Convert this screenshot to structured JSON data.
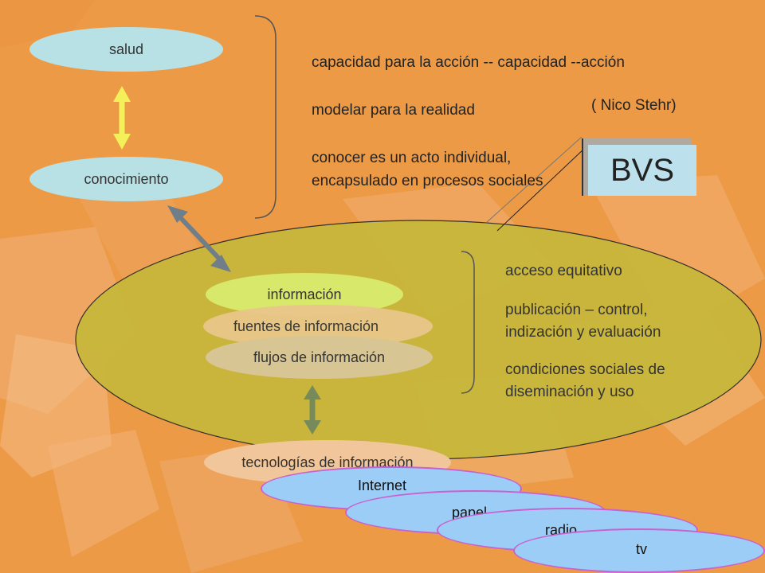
{
  "top": {
    "salud": "salud",
    "conocimiento": "conocimiento",
    "lines": [
      "capacidad para la acción -- capacidad --acción",
      "modelar para la realidad",
      "conocer es un acto individual,",
      "encapsulado en procesos sociales"
    ],
    "author": "( Nico Stehr)",
    "badge": "BVS"
  },
  "middle": {
    "informacion": "información",
    "fuentes": "fuentes de información",
    "flujos": "flujos de información",
    "right": [
      "acceso equitativo",
      "publicación – control,",
      "indización y evaluación",
      "condiciones sociales de",
      "diseminación y  uso"
    ]
  },
  "bottom": {
    "tecnologias": "tecnologías de información",
    "media": [
      "Internet",
      "papel",
      "radio",
      "tv"
    ]
  },
  "colors": {
    "background": "#ec9a45",
    "top_oval": "#b7e1e5",
    "big_ellipse": "#c8b73b",
    "informacion": "#d8e86a",
    "fuentes": "#e9c68a",
    "flujos": "#d7c694",
    "tecnologias": "#f1c69a",
    "media": "#9ccdf6",
    "arrow_yellow": "#f4f05a",
    "arrow_slate": "#6f7e88",
    "arrow_green": "#778a59"
  }
}
